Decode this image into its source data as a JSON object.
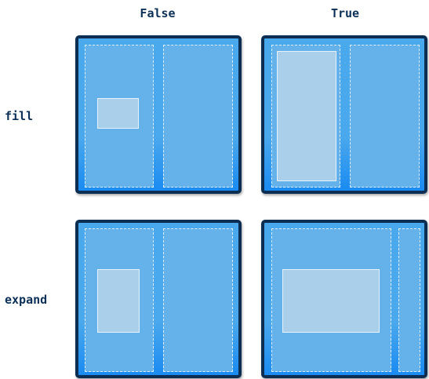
{
  "columns": {
    "false_label": "False",
    "true_label": "True"
  },
  "rows": {
    "fill_label": "fill",
    "expand_label": "expand"
  },
  "colors": {
    "panel_border": "#0b2e52",
    "panel_fill": "#4aa8ec",
    "cell_fill": "#65b1e9",
    "child_fill": "#a9cfea",
    "label_color": "#0d3057"
  }
}
